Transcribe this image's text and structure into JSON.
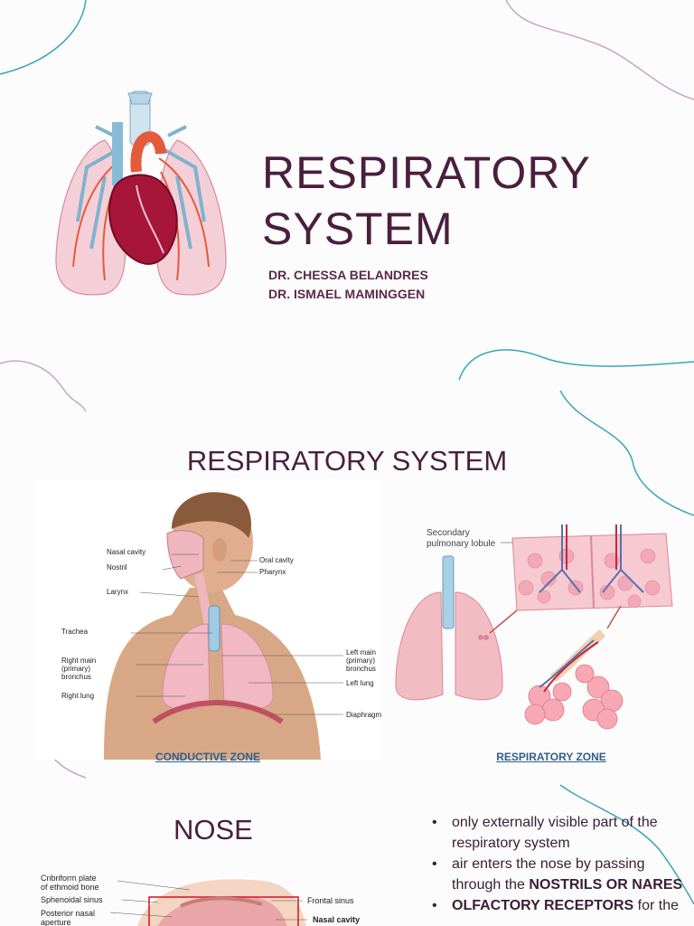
{
  "title": {
    "main": "RESPIRATORY SYSTEM",
    "authors": [
      "DR. CHESSA BELANDRES",
      "DR. ISMAEL MAMINGGEN"
    ]
  },
  "section": {
    "title": "RESPIRATORY SYSTEM",
    "conductive_caption": "CONDUCTIVE ZONE",
    "respiratory_caption": "RESPIRATORY ZONE",
    "body_labels": {
      "nasal_cavity": "Nasal cavity",
      "nostril": "Nostril",
      "larynx": "Larynx",
      "trachea": "Trachea",
      "right_main_1": "Right main",
      "right_main_2": "(primary)",
      "right_main_3": "bronchus",
      "right_lung": "Right lung",
      "oral_cavity": "Oral cavity",
      "pharynx": "Pharynx",
      "left_main_1": "Left main",
      "left_main_2": "(primary)",
      "left_main_3": "bronchus",
      "left_lung": "Left lung",
      "diaphragm": "Diaphragm"
    },
    "lobule_labels": [
      "Secondary",
      "pulmonary lobule"
    ]
  },
  "nose": {
    "title": "NOSE",
    "bullets": [
      {
        "text": "only externally visible part of the respiratory system",
        "bold": ""
      },
      {
        "text": "air enters the nose by passing through the ",
        "bold": "NOSTRILS OR NARES"
      },
      {
        "text": "",
        "bold": "OLFACTORY RECEPTORS",
        "after": " for the"
      }
    ],
    "diagram_labels": {
      "cribriform_1": "Cribriform plate",
      "cribriform_2": "of ethmoid bone",
      "sphenoidal": "Sphenoidal sinus",
      "posterior_1": "Posterior nasal",
      "posterior_2": "aperture",
      "frontal": "Frontal sinus",
      "nasal_cavity": "Nasal cavity"
    }
  }
}
